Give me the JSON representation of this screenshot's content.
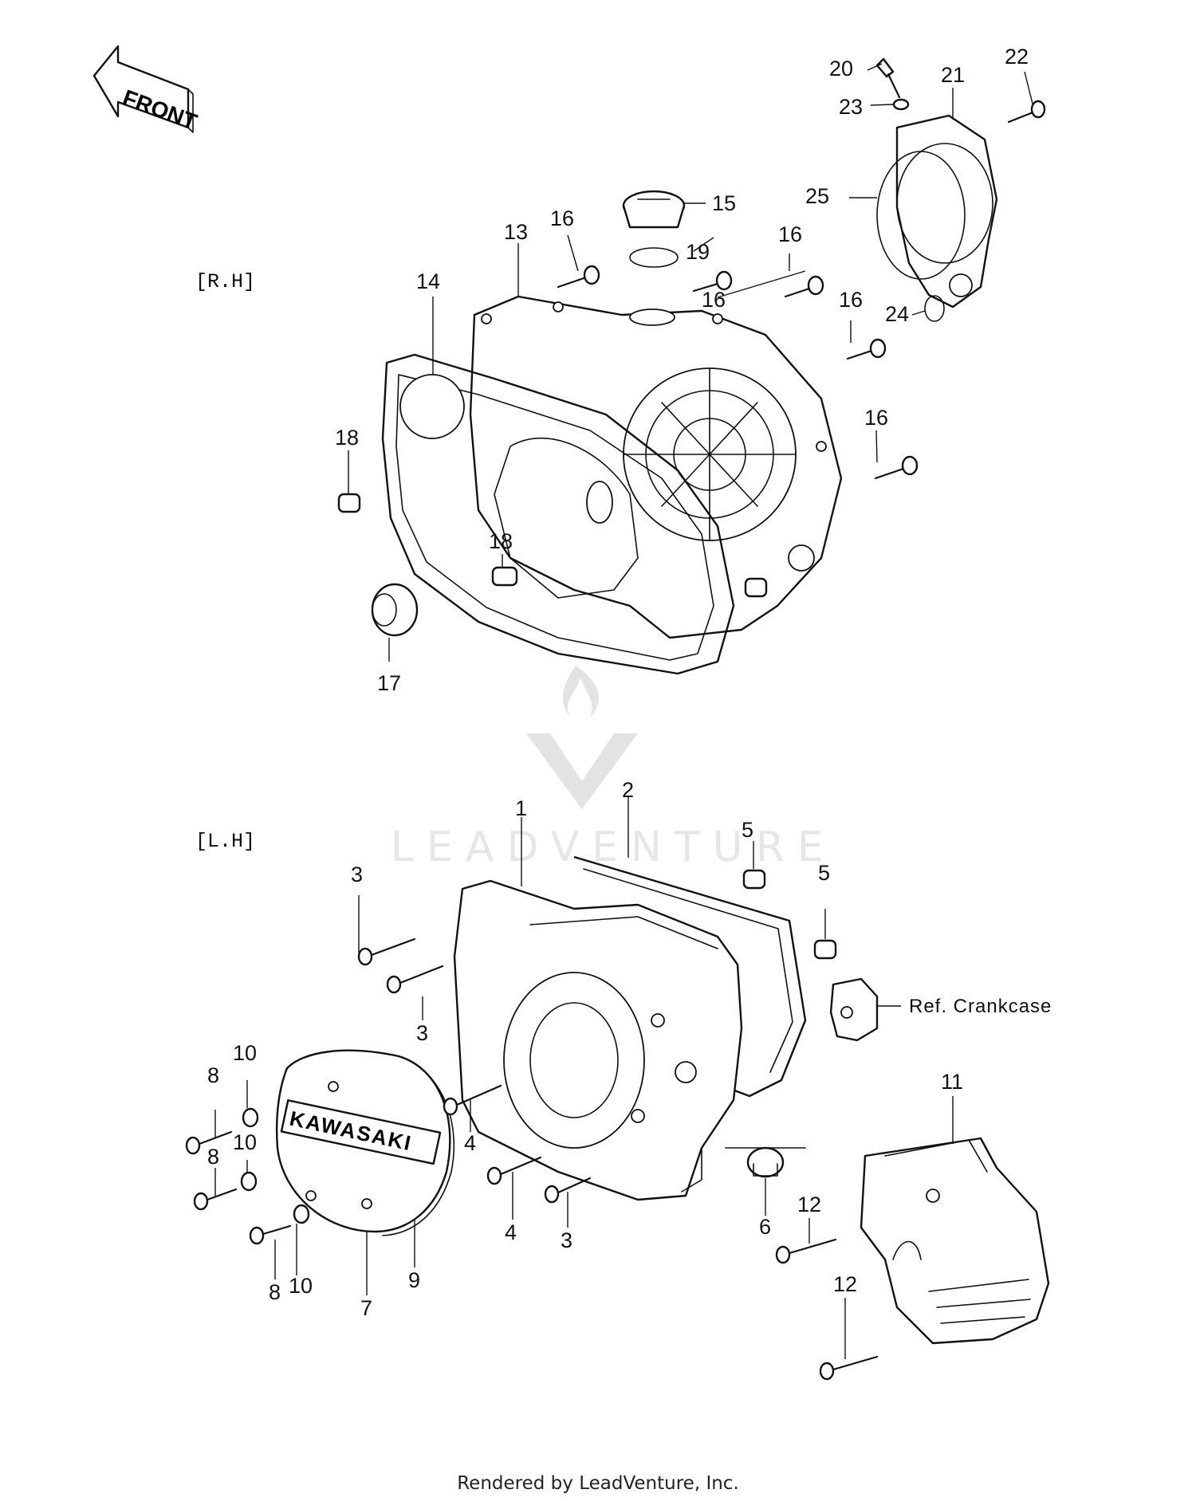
{
  "front_label": "FRONT",
  "sections": {
    "rh": "[R.H]",
    "lh": "[L.H]"
  },
  "callouts": {
    "rh": {
      "c20": "20",
      "c21": "21",
      "c22": "22",
      "c23": "23",
      "c25": "25",
      "c24": "24",
      "c15": "15",
      "c16a": "16",
      "c13": "13",
      "c19": "19",
      "c16b": "16",
      "c16c": "16",
      "c14": "14",
      "c16d": "16",
      "c16e": "16",
      "c18a": "18",
      "c18b": "18",
      "c17": "17"
    },
    "lh": {
      "c1": "1",
      "c2": "2",
      "c5a": "5",
      "c5b": "5",
      "c3a": "3",
      "c3b": "3",
      "c10a": "10",
      "c8a": "8",
      "c10b": "10",
      "c8b": "8",
      "c4a": "4",
      "c4b": "4",
      "c3c": "3",
      "c8c": "8",
      "c10c": "10",
      "c7": "7",
      "c9": "9",
      "c6": "6",
      "c12a": "12",
      "c12b": "12",
      "c11": "11"
    }
  },
  "reference_label": "Ref. Crankcase",
  "cover_logo_text": "KAWASAKI",
  "watermark_text": "LEADVENTURE",
  "footer_text": "Rendered by LeadVenture, Inc."
}
